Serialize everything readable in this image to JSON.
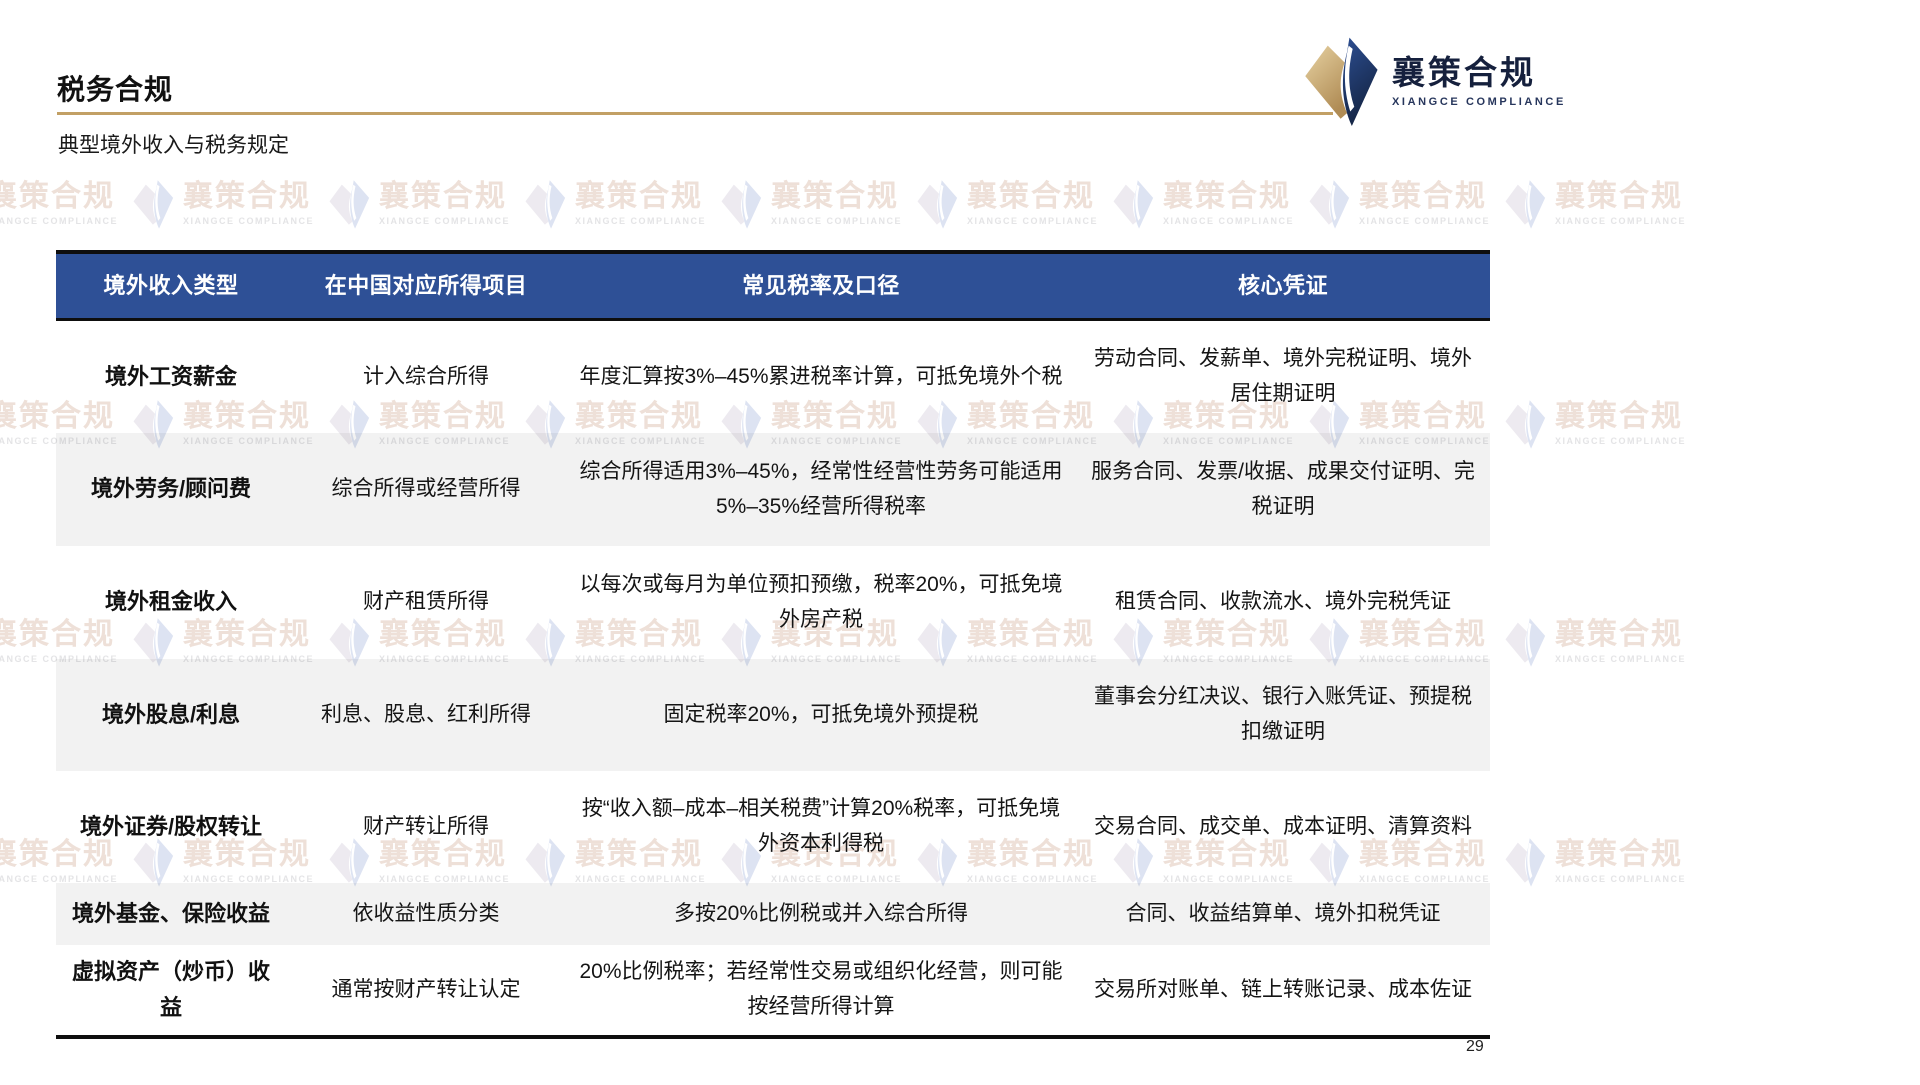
{
  "page": {
    "title": "税务合规",
    "subtitle": "典型境外收入与税务规定",
    "page_number": "29"
  },
  "logo": {
    "name": "襄策合规",
    "subtitle": "XIANGCE COMPLIANCE"
  },
  "watermark": {
    "text": "襄策合规",
    "subtext": "XIANGCE COMPLIANCE"
  },
  "colors": {
    "header_bg": "#2e5096",
    "header_text": "#ffffff",
    "accent_gold": "#c2a065",
    "logo_navy": "#1d3563",
    "logo_gold": "#c9a86a",
    "row_alt_bg": "#f2f2f2",
    "border_black": "#0e0e0e"
  },
  "table": {
    "columns": [
      "境外收入类型",
      "在中国对应所得项目",
      "常见税率及口径",
      "核心凭证"
    ],
    "rows": [
      {
        "type": "境外工资薪金",
        "item": "计入综合所得",
        "rate": "年度汇算按3%–45%累进税率计算，可抵免境外个税",
        "evidence": "劳动合同、发薪单、境外完税证明、境外居住期证明"
      },
      {
        "type": "境外劳务/顾问费",
        "item": "综合所得或经营所得",
        "rate": "综合所得适用3%–45%，经常性经营性劳务可能适用5%–35%经营所得税率",
        "evidence": "服务合同、发票/收据、成果交付证明、完税证明"
      },
      {
        "type": "境外租金收入",
        "item": "财产租赁所得",
        "rate": "以每次或每月为单位预扣预缴，税率20%，可抵免境外房产税",
        "evidence": "租赁合同、收款流水、境外完税凭证"
      },
      {
        "type": "境外股息/利息",
        "item": "利息、股息、红利所得",
        "rate": "固定税率20%，可抵免境外预提税",
        "evidence": "董事会分红决议、银行入账凭证、预提税扣缴证明"
      },
      {
        "type": "境外证券/股权转让",
        "item": "财产转让所得",
        "rate": "按“收入额–成本–相关税费”计算20%税率，可抵免境外资本利得税",
        "evidence": "交易合同、成交单、成本证明、清算资料"
      },
      {
        "type": "境外基金、保险收益",
        "item": "依收益性质分类",
        "rate": "多按20%比例税或并入综合所得",
        "evidence": "合同、收益结算单、境外扣税凭证"
      },
      {
        "type": "虚拟资产（炒币）收益",
        "item": "通常按财产转让认定",
        "rate": "20%比例税率；若经常性交易或组织化经营，则可能按经营所得计算",
        "evidence": "交易所对账单、链上转账记录、成本佐证"
      }
    ]
  }
}
